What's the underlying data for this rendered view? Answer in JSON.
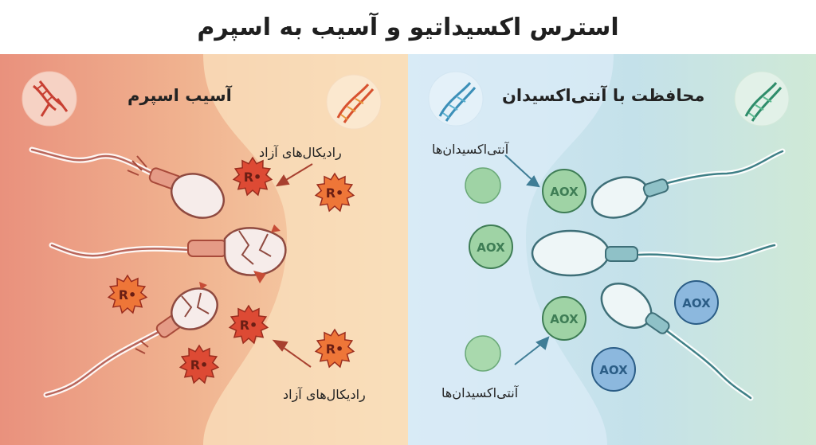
{
  "title": "استرس اکسیداتیو و آسیب به اسپرم",
  "left_panel": {
    "heading": "آسیب اسپرم",
    "free_radicals_top": "رادیکال‌های آزاد",
    "free_radicals_bottom": "رادیکال‌های آزاد",
    "radical_symbol": "R•",
    "colors": {
      "background_start": "#e9927c",
      "background_end": "#f8ddb4",
      "radical": "#dd4a34",
      "radical_light": "#ee7638"
    }
  },
  "right_panel": {
    "heading": "محافظت با آنتی‌اکسیدان",
    "antioxidants_top": "آنتی‌اکسیدان‌ها",
    "antioxidants_bottom": "آنتی‌اکسیدان‌ها",
    "aox_label": "AOX",
    "colors": {
      "background_start": "#cfe6f2",
      "background_end": "#cfe8d8",
      "aox_green": "#9fd3a5",
      "aox_blue": "#8cb8de"
    }
  }
}
